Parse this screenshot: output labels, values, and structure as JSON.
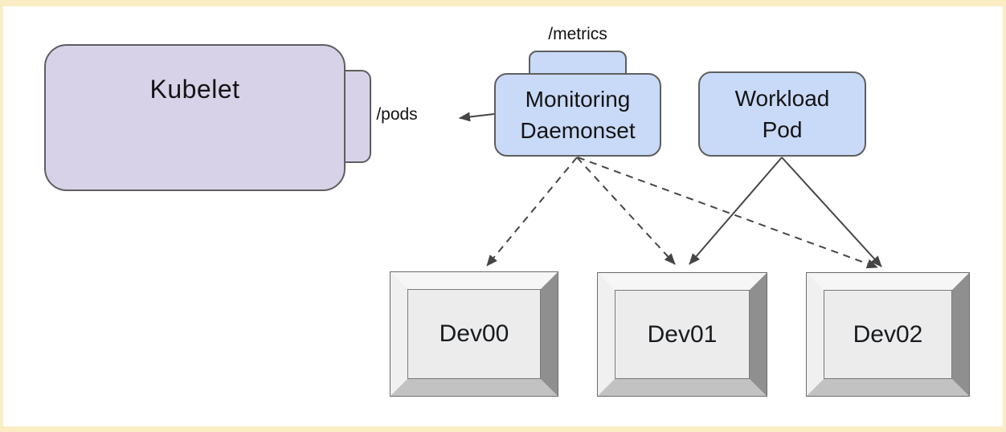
{
  "diagram": {
    "nodes": {
      "kubelet": {
        "label": "Kubelet",
        "fill": "#D8D2E9"
      },
      "monitoring_daemonset": {
        "label": "Monitoring\nDaemonset",
        "fill": "#C9DAF8"
      },
      "workload_pod": {
        "label": "Workload\nPod",
        "fill": "#C9DAF8"
      },
      "dev00": {
        "label": "Dev00"
      },
      "dev01": {
        "label": "Dev01"
      },
      "dev02": {
        "label": "Dev02"
      }
    },
    "endpoints": {
      "pods": "/pods",
      "metrics": "/metrics"
    },
    "edges": [
      {
        "from": "monitoring_daemonset",
        "to": "kubelet",
        "via": "/pods",
        "style": "solid-arrow"
      },
      {
        "from": "monitoring_daemonset",
        "to": "dev00",
        "style": "dashed-arrow"
      },
      {
        "from": "monitoring_daemonset",
        "to": "dev01",
        "style": "dashed-arrow"
      },
      {
        "from": "monitoring_daemonset",
        "to": "dev02",
        "style": "dashed-arrow"
      },
      {
        "from": "workload_pod",
        "to": "dev01",
        "style": "solid-arrow"
      },
      {
        "from": "workload_pod",
        "to": "dev02",
        "style": "solid-arrow"
      }
    ],
    "colors": {
      "frame": "#FAEDC4",
      "canvas": "#FFFFFF",
      "kubelet_fill": "#D8D2E9",
      "pod_fill": "#C9DAF8",
      "node_border": "#5E5E5E",
      "edge": "#454545",
      "device_face": "#ECECEC",
      "device_bevel_dark": "#8F8F8F",
      "device_bevel_light": "#F6F6F6"
    }
  }
}
